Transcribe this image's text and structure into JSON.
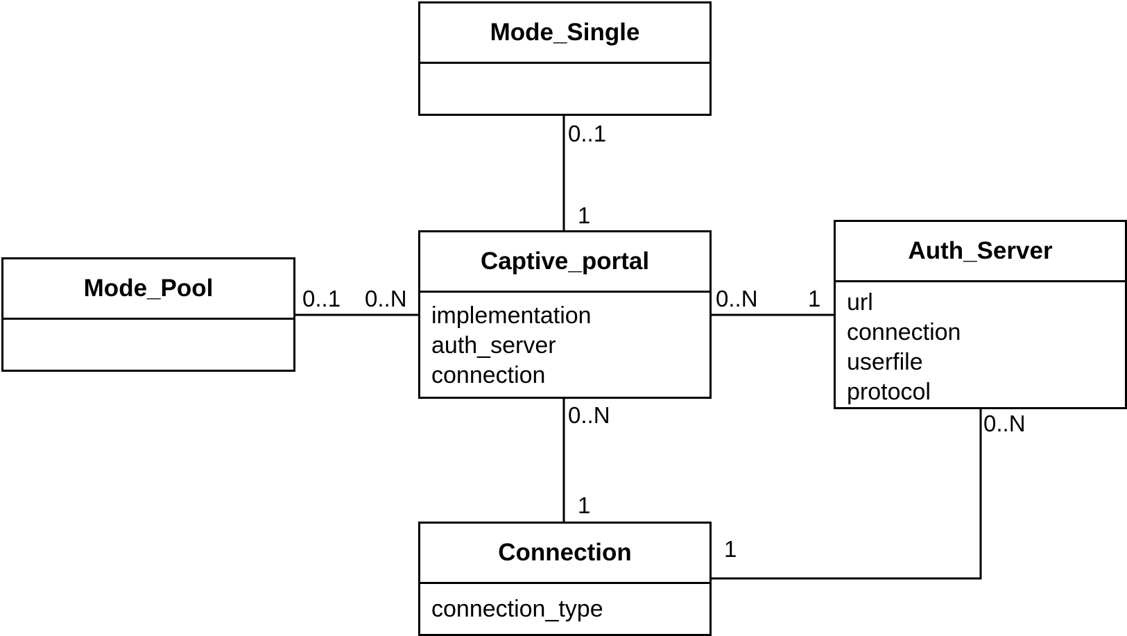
{
  "classes": {
    "mode_single": {
      "name": "Mode_Single",
      "attributes": []
    },
    "mode_pool": {
      "name": "Mode_Pool",
      "attributes": []
    },
    "captive_portal": {
      "name": "Captive_portal",
      "attributes": [
        "implementation",
        "auth_server",
        "connection"
      ]
    },
    "auth_server": {
      "name": "Auth_Server",
      "attributes": [
        "url",
        "connection",
        "userfile",
        "protocol"
      ]
    },
    "connection": {
      "name": "Connection",
      "attributes": [
        "connection_type"
      ]
    }
  },
  "associations": {
    "single_portal": {
      "mode_single_end": "0..1",
      "captive_portal_end": "1"
    },
    "pool_portal": {
      "mode_pool_end": "0..1",
      "captive_portal_end": "0..N"
    },
    "portal_auth": {
      "captive_portal_end": "0..N",
      "auth_server_end": "1"
    },
    "portal_connection": {
      "captive_portal_end": "0..N",
      "connection_end": "1"
    },
    "auth_connection": {
      "auth_server_end": "0..N",
      "connection_end": "1"
    }
  }
}
